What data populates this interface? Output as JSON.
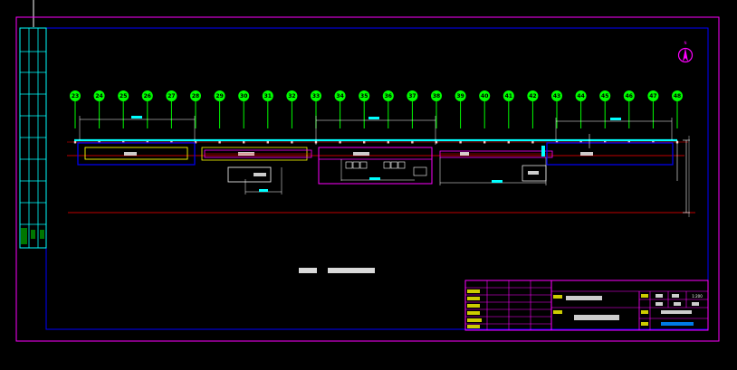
{
  "grid_columns": [
    {
      "label": "23"
    },
    {
      "label": "24"
    },
    {
      "label": "25"
    },
    {
      "label": "26"
    },
    {
      "label": "27"
    },
    {
      "label": "28"
    },
    {
      "label": "29"
    },
    {
      "label": "30"
    },
    {
      "label": "31"
    },
    {
      "label": "32"
    },
    {
      "label": "33"
    },
    {
      "label": "34"
    },
    {
      "label": "35"
    },
    {
      "label": "36"
    },
    {
      "label": "37"
    },
    {
      "label": "38"
    },
    {
      "label": "39"
    },
    {
      "label": "40"
    },
    {
      "label": "41"
    },
    {
      "label": "42"
    },
    {
      "label": "43"
    },
    {
      "label": "44"
    },
    {
      "label": "45"
    },
    {
      "label": "46"
    },
    {
      "label": "47"
    },
    {
      "label": "48"
    }
  ],
  "scale_value": "1:200",
  "colors": {
    "outer_frame": "#ff00ff",
    "inner_frame": "#0000ff",
    "grid_line": "#00ff00",
    "grid_bubble": "#00ff00",
    "main_beam": "#00ffff",
    "axis_red": "#ff0000",
    "equipment": "#ff00ff",
    "dimension": "#ffffff",
    "title_yellow": "#ffff00",
    "left_strip": "#00ffff"
  }
}
